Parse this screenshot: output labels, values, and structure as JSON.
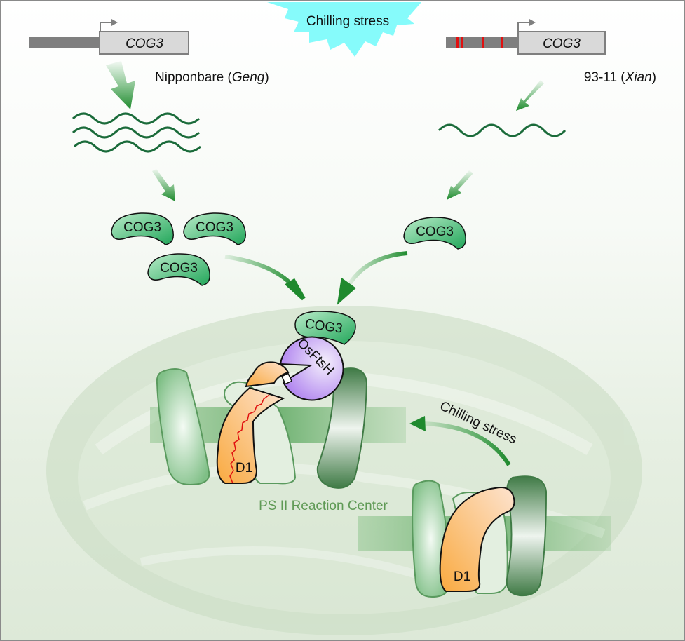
{
  "stress_label": "Chilling stress",
  "left_gene": {
    "name": "COG3",
    "cultivar": "Nipponbare",
    "subspecies": "Geng"
  },
  "right_gene": {
    "name": "COG3",
    "cultivar": "93-11",
    "subspecies": "Xian"
  },
  "protein_label": "COG3",
  "protease_label": "OsFtsH",
  "d1_label": "D1",
  "reaction_center_label": "PS II Reaction Center",
  "chilling_arrow_label": "Chilling stress",
  "colors": {
    "protein": "#4ec47e",
    "protease": "#b68cf0",
    "d1": "#f9b55a",
    "stress": "#86fbfb",
    "mutation": "#e01010",
    "mrna": "#1a6b3a"
  }
}
